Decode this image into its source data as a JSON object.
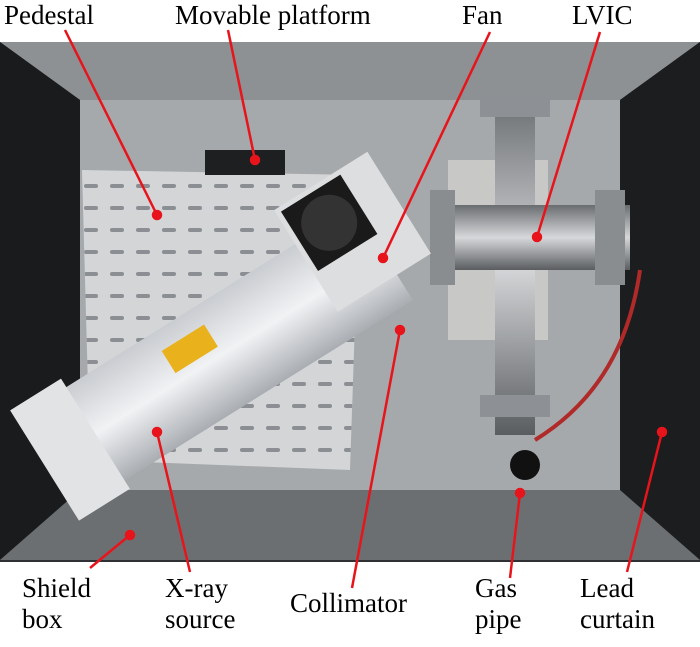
{
  "labels": {
    "pedestal": "Pedestal",
    "movable_platform": "Movable platform",
    "fan": "Fan",
    "lvic": "LVIC",
    "shield_box_1": "Shield",
    "shield_box_2": "box",
    "xray_1": "X-ray",
    "xray_2": "source",
    "collimator": "Collimator",
    "gas_1": "Gas",
    "gas_2": "pipe",
    "lead_1": "Lead",
    "lead_2": "curtain"
  },
  "colors": {
    "annotation": "#e8141b"
  }
}
